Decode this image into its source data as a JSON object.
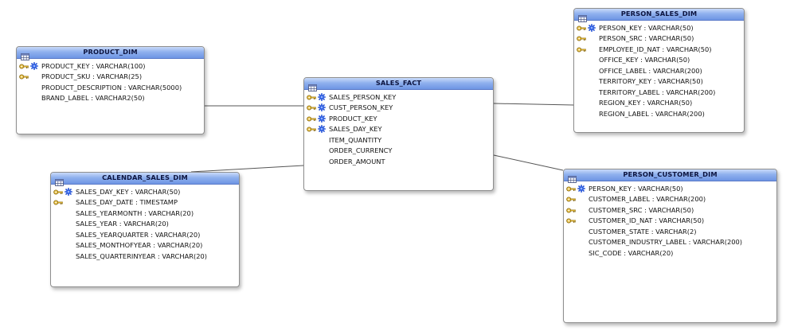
{
  "tables": [
    {
      "id": "product_dim",
      "name": "PRODUCT_DIM",
      "columns": [
        {
          "label": "PRODUCT_KEY : VARCHAR(100)",
          "fk": true,
          "pk": true
        },
        {
          "label": "PRODUCT_SKU : VARCHAR(25)",
          "fk": true,
          "pk": false
        },
        {
          "label": "PRODUCT_DESCRIPTION : VARCHAR(5000)",
          "fk": false,
          "pk": false
        },
        {
          "label": "BRAND_LABEL : VARCHAR2(50)",
          "fk": false,
          "pk": false
        }
      ]
    },
    {
      "id": "sales_fact",
      "name": "SALES_FACT",
      "columns": [
        {
          "label": "SALES_PERSON_KEY",
          "fk": true,
          "pk": true
        },
        {
          "label": "CUST_PERSON_KEY",
          "fk": true,
          "pk": true
        },
        {
          "label": "PRODUCT_KEY",
          "fk": true,
          "pk": true
        },
        {
          "label": "SALES_DAY_KEY",
          "fk": true,
          "pk": true
        },
        {
          "label": "ITEM_QUANTITY",
          "fk": false,
          "pk": false
        },
        {
          "label": "ORDER_CURRENCY",
          "fk": false,
          "pk": false
        },
        {
          "label": "ORDER_AMOUNT",
          "fk": false,
          "pk": false
        }
      ]
    },
    {
      "id": "person_sales_dim",
      "name": "PERSON_SALES_DIM",
      "columns": [
        {
          "label": "PERSON_KEY : VARCHAR(50)",
          "fk": true,
          "pk": true
        },
        {
          "label": "PERSON_SRC : VARCHAR(50)",
          "fk": true,
          "pk": false
        },
        {
          "label": "EMPLOYEE_ID_NAT : VARCHAR(50)",
          "fk": true,
          "pk": false
        },
        {
          "label": "OFFICE_KEY : VARCHAR(50)",
          "fk": false,
          "pk": false
        },
        {
          "label": "OFFICE_LABEL : VARCHAR(200)",
          "fk": false,
          "pk": false
        },
        {
          "label": "TERRITORY_KEY : VARCHAR(50)",
          "fk": false,
          "pk": false
        },
        {
          "label": "TERRITORY_LABEL : VARCHAR(200)",
          "fk": false,
          "pk": false
        },
        {
          "label": "REGION_KEY : VARCHAR(50)",
          "fk": false,
          "pk": false
        },
        {
          "label": "REGION_LABEL : VARCHAR(200)",
          "fk": false,
          "pk": false
        }
      ]
    },
    {
      "id": "calendar_sales_dim",
      "name": "CALENDAR_SALES_DIM",
      "columns": [
        {
          "label": "SALES_DAY_KEY : VARCHAR(50)",
          "fk": true,
          "pk": true
        },
        {
          "label": "SALES_DAY_DATE : TIMESTAMP",
          "fk": true,
          "pk": false
        },
        {
          "label": "SALES_YEARMONTH : VARCHAR(20)",
          "fk": false,
          "pk": false
        },
        {
          "label": "SALES_YEAR : VARCHAR(20)",
          "fk": false,
          "pk": false
        },
        {
          "label": "SALES_YEARQUARTER : VARCHAR(20)",
          "fk": false,
          "pk": false
        },
        {
          "label": "SALES_MONTHOFYEAR : VARCHAR(20)",
          "fk": false,
          "pk": false
        },
        {
          "label": "SALES_QUARTERINYEAR : VARCHAR(20)",
          "fk": false,
          "pk": false
        }
      ]
    },
    {
      "id": "person_customer_dim",
      "name": "PERSON_CUSTOMER_DIM",
      "columns": [
        {
          "label": "PERSON_KEY : VARCHAR(50)",
          "fk": true,
          "pk": true
        },
        {
          "label": "CUSTOMER_LABEL : VARCHAR(200)",
          "fk": true,
          "pk": false
        },
        {
          "label": "CUSTOMER_SRC : VARCHAR(50)",
          "fk": true,
          "pk": false
        },
        {
          "label": "CUSTOMER_ID_NAT : VARCHAR(50)",
          "fk": true,
          "pk": false
        },
        {
          "label": "CUSTOMER_STATE : VARCHAR(2)",
          "fk": false,
          "pk": false
        },
        {
          "label": "CUSTOMER_INDUSTRY_LABEL : VARCHAR(200)",
          "fk": false,
          "pk": false
        },
        {
          "label": "SIC_CODE : VARCHAR(20)",
          "fk": false,
          "pk": false
        }
      ]
    }
  ],
  "relationships": [
    {
      "from": "product_dim",
      "to": "sales_fact"
    },
    {
      "from": "calendar_sales_dim",
      "to": "sales_fact"
    },
    {
      "from": "person_sales_dim",
      "to": "sales_fact"
    },
    {
      "from": "person_customer_dim",
      "to": "sales_fact"
    }
  ]
}
